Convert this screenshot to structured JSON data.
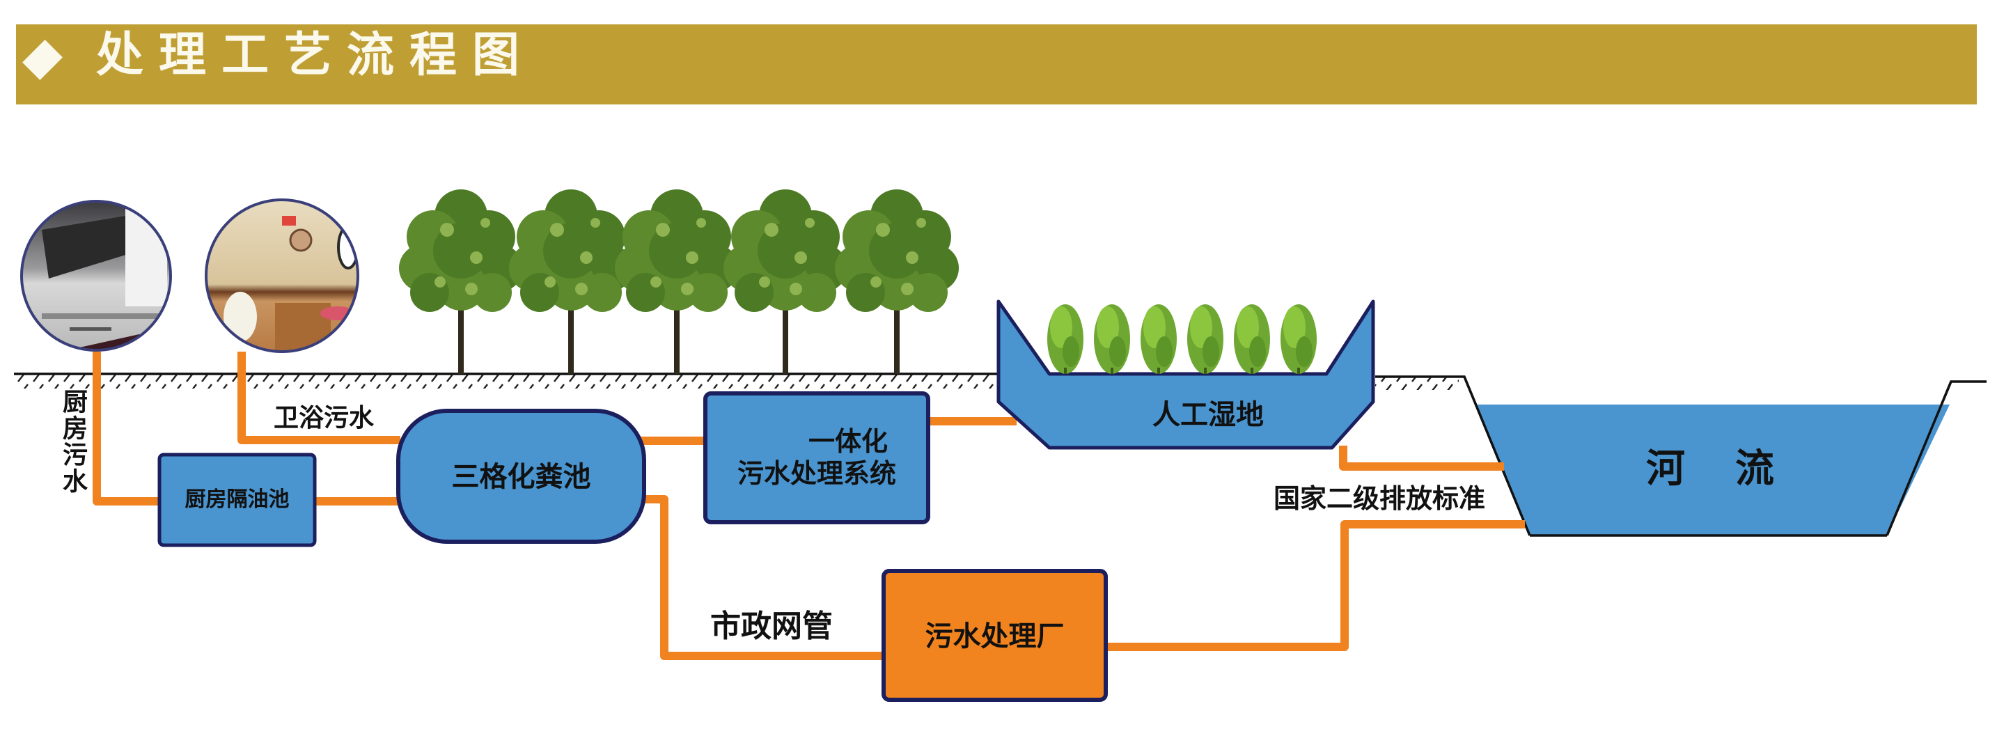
{
  "header": {
    "bullet_icon": "diamond-icon",
    "title": "处理工艺流程图"
  },
  "colors": {
    "banner": "#bf9f33",
    "banner_text": "#fbf8ec",
    "water_blue": "#4a95d0",
    "box_border": "#1b1f5e",
    "pipe_orange": "#f0821f",
    "plant_orange": "#f2841f",
    "ground_line": "#111111",
    "tree_green": "#5e8a2e",
    "shrub_green": "#7cb83a"
  },
  "sources": [
    {
      "id": "kitchen",
      "icon": "kitchen-photo-icon",
      "label": "厨房污水"
    },
    {
      "id": "bathroom",
      "icon": "bathroom-photo-icon",
      "label": "卫浴污水"
    }
  ],
  "nodes": {
    "grease_trap": "厨房隔油池",
    "septic_tank": "三格化粪池",
    "integrated_system_line1": "一体化",
    "integrated_system_line2": "污水处理系统",
    "wetland": "人工湿地",
    "treatment_plant": "污水处理厂",
    "river": "河　流"
  },
  "pipe_labels": {
    "municipal": "市政网管",
    "discharge_standard": "国家二级排放标准"
  },
  "scenery": {
    "surface_trees": 5,
    "wetland_plants": 6
  }
}
